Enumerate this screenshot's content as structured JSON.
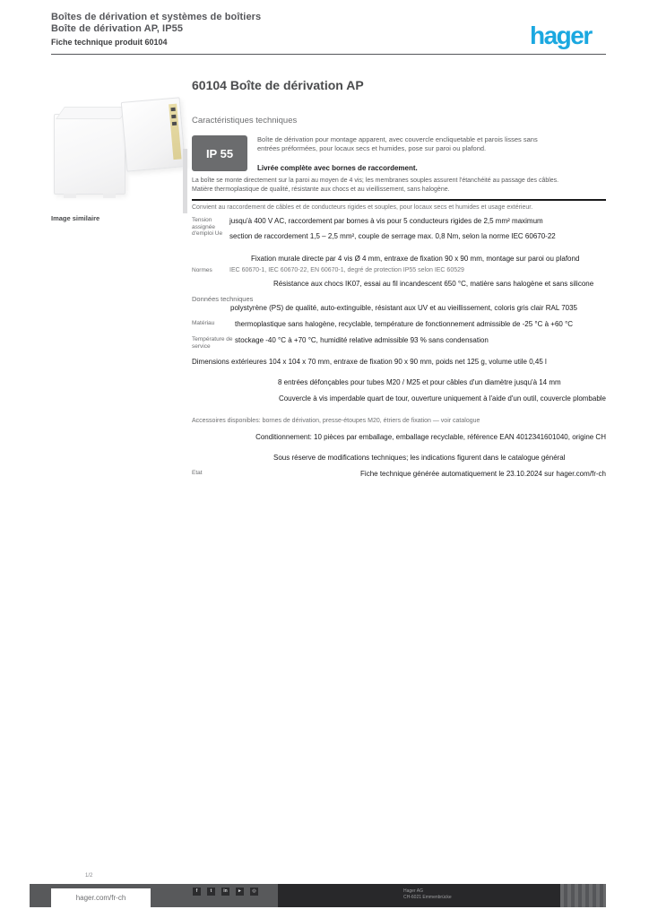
{
  "colors": {
    "brand_blue": "#1BA8E0",
    "text_gray": "#58595B",
    "footer_bar": "#58595B",
    "footer_dark": "#28282A"
  },
  "header": {
    "title_line1": "Boîtes de dérivation et systèmes de boîtiers",
    "title_line2": "Boîte de dérivation AP, IP55",
    "subtitle": "Fiche technique produit 60104",
    "brand": "hager"
  },
  "product_image": {
    "caption": "Image similaire"
  },
  "main": {
    "title": "60104 Boîte de dérivation AP",
    "subtitle": "Caractéristiques techniques",
    "badge": "IP 55",
    "description": {
      "line1": "Boîte de dérivation pour montage apparent, avec couvercle encliquetable et parois lisses sans",
      "line2": "entrées préformées, pour locaux secs et humides, pose sur paroi ou plafond.",
      "bold_line": "Livrée complète avec bornes de raccordement.",
      "line3": "La boîte se monte directement sur la paroi au moyen de 4 vis; les membranes souples assurent l'étanchéité au passage des câbles.",
      "line4": "Matière thermoplastique de qualité, résistante aux chocs et au vieillissement, sans halogène."
    },
    "specs1": {
      "intro": "Convient au raccordement de câbles et de conducteurs rigides et souples, pour locaux secs et humides et usage extérieur.",
      "row0": {
        "label": "Tension assignée d'emploi Ue",
        "value_line1": "jusqu'à 400 V AC, raccordement par bornes à vis pour 5 conducteurs rigides de 2,5 mm² maximum",
        "value_line2": "section de raccordement 1,5 – 2,5 mm², couple de serrage max. 0,8 Nm, selon la norme IEC 60670-22"
      },
      "row1": {
        "text": "Fixation murale directe par 4 vis Ø 4 mm, entraxe de fixation 90 x 90 mm, montage sur paroi ou plafond"
      },
      "row2": {
        "label": "Normes",
        "value": "IEC 60670-1, IEC 60670-22, EN 60670-1, degré de protection IP55 selon IEC 60529"
      },
      "row3": {
        "text": "Résistance aux chocs IK07, essai au fil incandescent 650 °C, matière sans halogène et sans silicone"
      }
    },
    "specs2": {
      "heading": "Données techniques",
      "first_value": "polystyrène (PS) de qualité, auto-extinguible, résistant aux UV et au vieillissement, coloris gris clair RAL 7035",
      "row0": {
        "label": "Matériau",
        "value": "thermoplastique sans halogène, recyclable, température de fonctionnement admissible de -25 °C à +60 °C"
      },
      "row1": {
        "label": "Température de service",
        "value": "stockage -40 °C à +70 °C, humidité relative admissible 93 % sans condensation"
      },
      "row2": {
        "value": "Dimensions extérieures 104 x 104 x 70 mm, entraxe de fixation 90 x 90 mm, poids net 125 g, volume utile 0,45 l"
      },
      "row3": {
        "value": "8 entrées défonçables pour tubes M20 / M25 et pour câbles d'un diamètre jusqu'à 14 mm"
      }
    },
    "specs3": {
      "row0": {
        "value": "Couvercle à vis imperdable quart de tour, ouverture uniquement à l'aide d'un outil, couvercle plombable"
      },
      "row1": {
        "text": "Accessoires disponibles: bornes de dérivation, presse-étoupes M20, étriers de fixation — voir catalogue"
      },
      "row2": {
        "value": "Conditionnement: 10 pièces par emballage, emballage recyclable, référence EAN 4012341601040, origine CH"
      },
      "row3": {
        "value": "Sous réserve de modifications techniques; les indications figurent dans le catalogue général"
      },
      "row4": {
        "label": "Etat",
        "value": "Fiche technique générée automatiquement le 23.10.2024 sur hager.com/fr-ch"
      }
    }
  },
  "footer": {
    "page_note": "1/2",
    "website": "hager.com/fr-ch",
    "icons": {
      "0": {
        "glyph": "f"
      },
      "1": {
        "glyph": "t"
      },
      "2": {
        "glyph": "in"
      },
      "3": {
        "glyph": "►"
      },
      "4": {
        "glyph": "◎"
      }
    },
    "address_line1": "Hager AG",
    "address_line2": "CH-6021 Emmenbrücke"
  }
}
